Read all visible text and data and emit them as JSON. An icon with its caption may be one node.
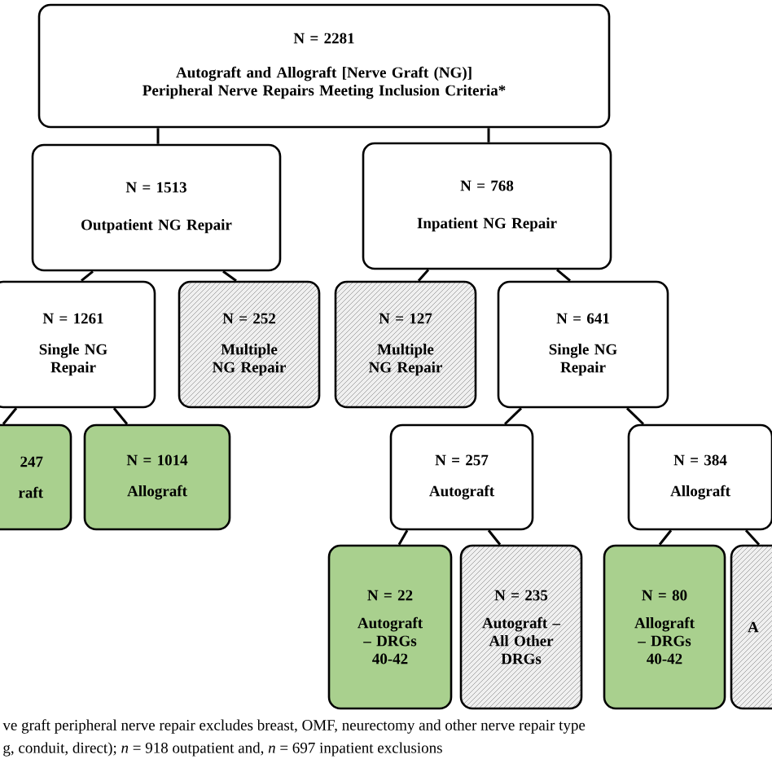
{
  "diagram": {
    "nodes": [
      {
        "text": [
          "N = 2281",
          "Autograft and Allograft [Nerve Graft (NG)] Peripheral Nerve Repairs Meeting Inclusion Criteria*"
        ]
      },
      {
        "text": [
          "N = 1513",
          "Outpatient NG Repair"
        ]
      },
      {
        "text": [
          "N = 768",
          "Inpatient NG Repair"
        ]
      },
      {
        "text": [
          "N = 1261",
          "Single NG Repair"
        ]
      },
      {
        "text": [
          "N = 252",
          "Multiple NG Repair"
        ]
      },
      {
        "text": [
          "N = 127",
          "Multiple NG Repair"
        ]
      },
      {
        "text": [
          "N = 641",
          "Single NG Repair"
        ]
      },
      {
        "text": [
          "247",
          "raft"
        ]
      },
      {
        "text": [
          "N = 1014",
          "Allograft"
        ]
      },
      {
        "text": [
          "N = 257",
          "Autograft"
        ]
      },
      {
        "text": [
          "N = 384",
          "Allograft"
        ]
      },
      {
        "text": [
          "N = 22",
          "Autograft – DRGs 40-42"
        ]
      },
      {
        "text": [
          "N = 235",
          "Autograft – All Other DRGs"
        ]
      },
      {
        "text": [
          "N = 80",
          "Allograft – DRGs 40-42"
        ]
      },
      {
        "text": [
          "A"
        ]
      }
    ],
    "edges": [
      {
        "from": 0,
        "to": 1,
        "arrow": "none"
      },
      {
        "from": 0,
        "to": 2,
        "arrow": "none"
      },
      {
        "from": 1,
        "to": 3,
        "arrow": "none"
      },
      {
        "from": 1,
        "to": 4,
        "arrow": "none"
      },
      {
        "from": 2,
        "to": 5,
        "arrow": "none"
      },
      {
        "from": 2,
        "to": 6,
        "arrow": "none"
      },
      {
        "from": 3,
        "to": 7,
        "arrow": "none"
      },
      {
        "from": 3,
        "to": 8,
        "arrow": "none"
      },
      {
        "from": 6,
        "to": 9,
        "arrow": "none"
      },
      {
        "from": 6,
        "to": 10,
        "arrow": "none"
      },
      {
        "from": 9,
        "to": 11,
        "arrow": "none"
      },
      {
        "from": 9,
        "to": 12,
        "arrow": "none"
      },
      {
        "from": 10,
        "to": 13,
        "arrow": "none"
      },
      {
        "from": 10,
        "to": 14,
        "arrow": "none"
      }
    ],
    "labels": [
      "ve graft peripheral nerve repair excludes breast, OMF, neurectomy and other nerve repair type",
      "g, conduit, direct); *n* = 918 outpatient and, *n* = 697 inpatient exclusions"
    ]
  }
}
